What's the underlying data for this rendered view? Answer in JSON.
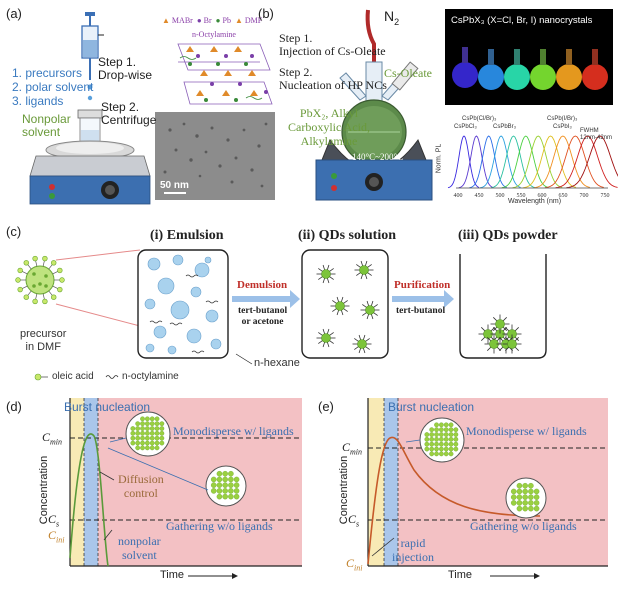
{
  "panel_a": {
    "label": "(a)",
    "precursor_list": [
      "1. precursors",
      "2. polar solvent",
      "3. ligands"
    ],
    "step1": "Step 1.",
    "step1_desc": "Drop-wise",
    "step2": "Step 2.",
    "step2_desc": "Centrifuge",
    "nonpolar": [
      "Nonpolar",
      "solvent"
    ],
    "legend": [
      "MABr",
      "Br",
      "Pb",
      "DMF"
    ],
    "octylamine": "n-Octylamine",
    "scalebar": "50 nm"
  },
  "panel_b": {
    "label": "(b)",
    "n2": "N",
    "n2_sub": "2",
    "step1": "Step 1.",
    "step1_desc": "Injection of Cs-Oleate",
    "step2": "Step 2.",
    "step2_desc": "Nucleation of HP NCs",
    "cs_oleate": "Cs-Oleate",
    "reagents": [
      "PbX₂, Alkyl",
      "Carboxylic Acid,",
      "Alkylamine"
    ],
    "temp": "140°C~200°C",
    "photo_title": "CsPbX₃ (X=Cl, Br, I) nanocrystals",
    "pl_labels": [
      "CsPb(Cl/Br)₃",
      "CsPb(I/Br)₃",
      "CsPbCl₃",
      "CsPbBr₃",
      "CsPbI₃"
    ],
    "fwhm": [
      "FWHM",
      "12nm-42nm"
    ],
    "ylabel": "Norm. PL",
    "xlabel": "Wavelength (nm)",
    "xticks": [
      "400",
      "450",
      "500",
      "550",
      "600",
      "650",
      "700",
      "750"
    ]
  },
  "panel_c": {
    "label": "(c)",
    "stage1": "(i) Emulsion",
    "stage2": "(ii) QDs solution",
    "stage3": "(iii) QDs powder",
    "demulsion": "Demulsion",
    "demulsion_agent": [
      "tert-butanol",
      "or acetone"
    ],
    "purification": "Purification",
    "purification_agent": "tert-butanol",
    "precursor": [
      "precursor",
      "in DMF"
    ],
    "nhexane": "n-hexane",
    "legend_oleic": "oleic acid",
    "legend_octyl": "n-octylamine"
  },
  "panel_d": {
    "label": "(d)",
    "burst": "Burst nucleation",
    "cmin": "C",
    "cmin_sub": "min",
    "cs": "C",
    "cs_sub": "s",
    "cini": "C",
    "cini_sub": "ini",
    "ylabel": "Concentration",
    "xlabel": "Time",
    "mono": "Monodisperse w/ ligands",
    "gather": "Gathering w/o ligands",
    "diffusion": [
      "Diffusion",
      "control"
    ],
    "nonpolar": [
      "nonpolar",
      "solvent"
    ]
  },
  "panel_e": {
    "label": "(e)",
    "burst": "Burst nucleation",
    "cmin": "C",
    "cmin_sub": "min",
    "cs": "C",
    "cs_sub": "s",
    "cini": "C",
    "cini_sub": "ini",
    "ylabel": "Concentration",
    "xlabel": "Time",
    "mono": "Monodisperse w/ ligands",
    "gather": "Gathering w/o ligands",
    "rapid": [
      "rapid",
      "injection"
    ]
  },
  "colors": {
    "green_text": "#6a9a3a",
    "blue_text": "#3a6fb0",
    "red_text": "#c0302a",
    "qd_green": "#7cc43a",
    "droplet": "#9cc8e8",
    "panel_pink": "#f3c1c4",
    "panel_yellow": "#f8eab5",
    "panel_blue": "#aac6ea"
  }
}
